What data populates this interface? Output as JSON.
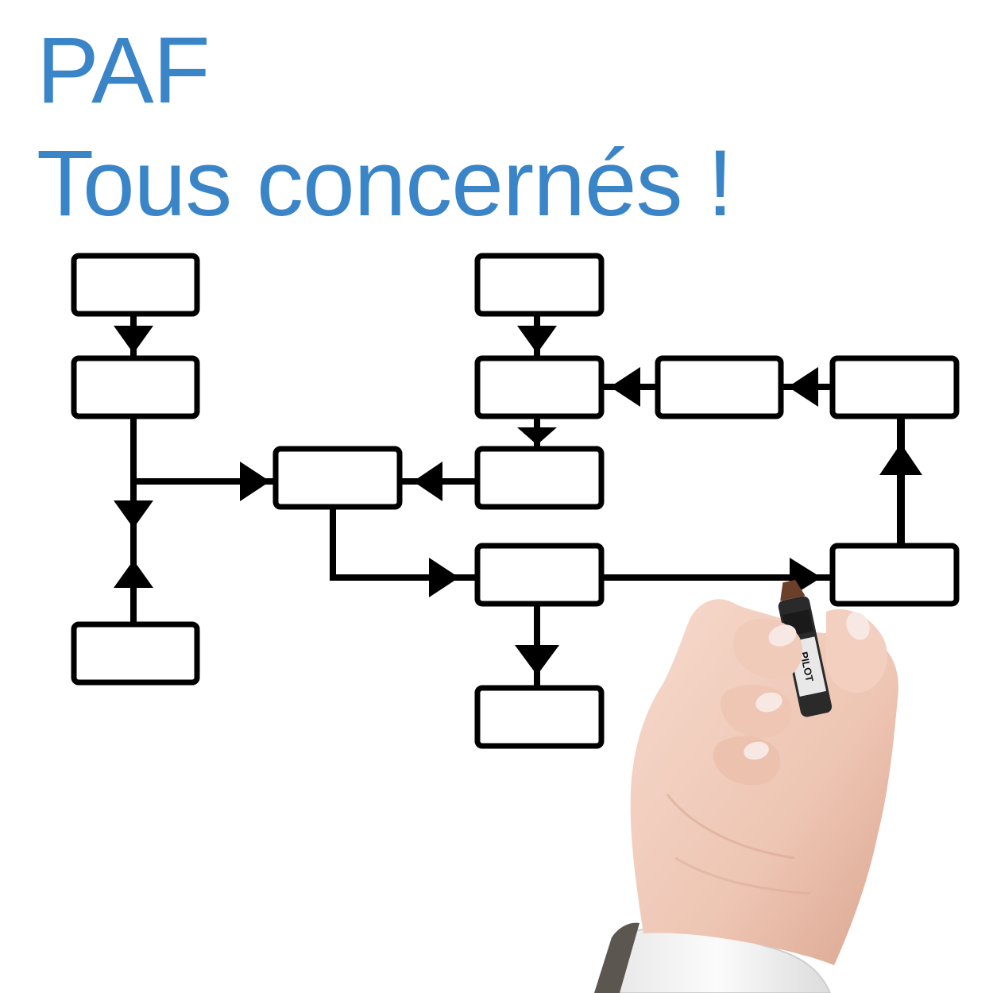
{
  "headline": {
    "line1": "PAF",
    "line2": "Tous concernés !",
    "color": "#3a84c8"
  },
  "marker": {
    "brand": "PILOT"
  },
  "palette": {
    "ink": "#000000",
    "skin": "#f1cfc0",
    "skin_shade": "#d9a995",
    "nail": "#f7e6e2",
    "sleeve": "#f4f4f4",
    "cuff": "#5c5650",
    "marker_body": "#2a2a2a",
    "marker_tip": "#5a3a2a"
  }
}
